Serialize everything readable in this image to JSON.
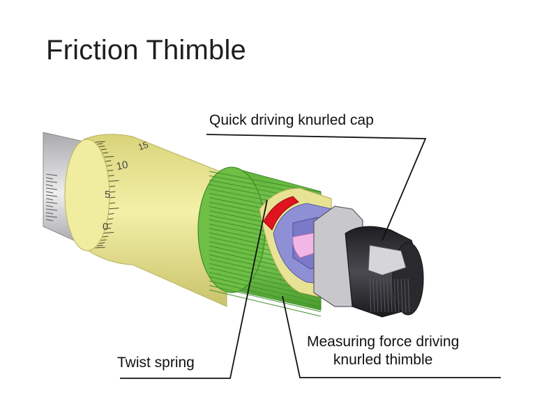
{
  "slide": {
    "title": "Friction Thimble"
  },
  "labels": {
    "cap": "Quick driving knurled cap",
    "spring": "Twist spring",
    "force_line1": "Measuring force driving",
    "force_line2": "knurled thimble"
  },
  "scale": {
    "numbers": [
      "15",
      "10",
      "5",
      "0"
    ]
  },
  "colors": {
    "thimble": "#ede992",
    "knurl": "#74c446",
    "knurl_dark": "#3f8f2c",
    "spring": "#e0141e",
    "inner": "#8f8fd6",
    "pink": "#f2b6e6",
    "cap": "#2e2e32",
    "shaft": "#c8c8cc"
  }
}
